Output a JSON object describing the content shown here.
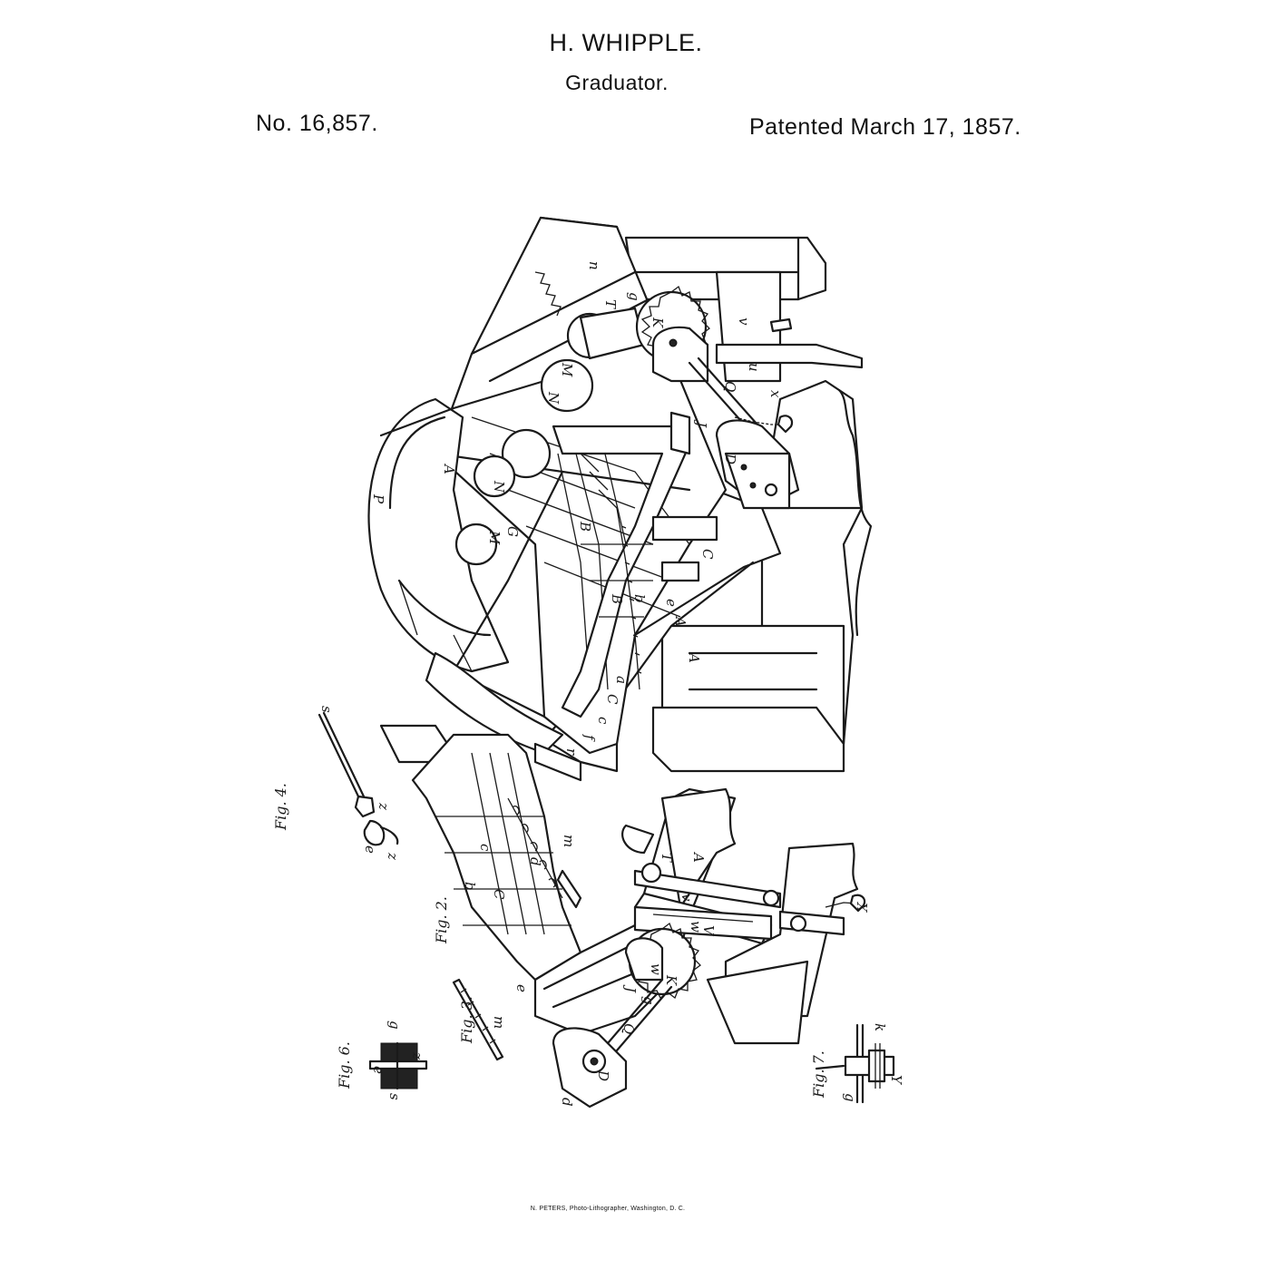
{
  "header": {
    "inventor": "H. WHIPPLE.",
    "invention": "Graduator.",
    "patent_number": "No. 16,857.",
    "patent_date": "Patented March 17, 1857."
  },
  "footer": {
    "lithographer": "N. PETERS, Photo-Lithographer, Washington, D. C."
  },
  "figures": {
    "fig2": "Fig. 2.",
    "fig3": "Fig. 3.",
    "fig4": "Fig. 4.",
    "fig6": "Fig. 6.",
    "fig7": "Fig. 7."
  },
  "reference_letters": {
    "A": "A",
    "B": "B",
    "C": "C",
    "D": "D",
    "G": "G",
    "J": "J",
    "K": "K",
    "M": "M",
    "N": "N",
    "P": "P",
    "Q": "Q",
    "T": "T",
    "U": "U",
    "V": "V",
    "X": "X",
    "Y": "Y",
    "a": "a",
    "b": "b",
    "c": "c",
    "d": "d",
    "e": "e",
    "f": "f",
    "g": "g",
    "k": "k",
    "m": "m",
    "n": "n",
    "r": "r",
    "s": "s",
    "u": "u",
    "v": "v",
    "w": "w",
    "x": "x",
    "z": "z"
  }
}
